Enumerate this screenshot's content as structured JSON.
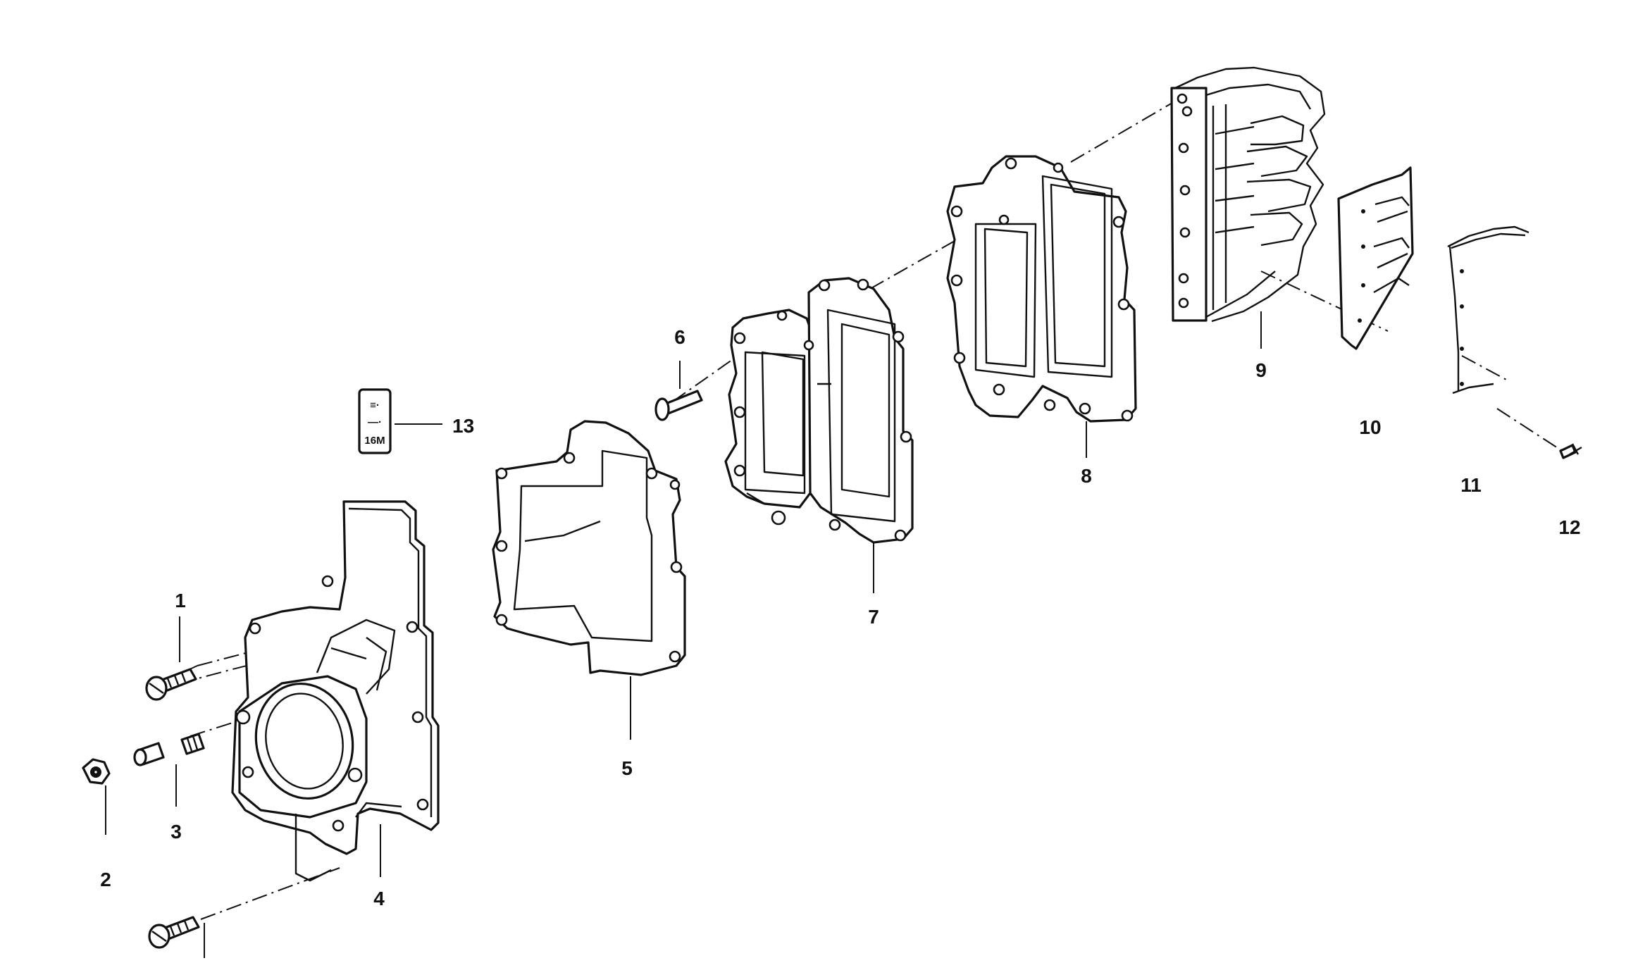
{
  "diagram": {
    "callouts": [
      {
        "id": "c1",
        "text": "1"
      },
      {
        "id": "c2",
        "text": "2"
      },
      {
        "id": "c3",
        "text": "3"
      },
      {
        "id": "c4",
        "text": "4"
      },
      {
        "id": "c5",
        "text": "5"
      },
      {
        "id": "c6",
        "text": "6"
      },
      {
        "id": "c7",
        "text": "7"
      },
      {
        "id": "c8",
        "text": "8"
      },
      {
        "id": "c9",
        "text": "9"
      },
      {
        "id": "c10",
        "text": "10"
      },
      {
        "id": "c11",
        "text": "11"
      },
      {
        "id": "c12",
        "text": "12"
      },
      {
        "id": "c13",
        "text": "13"
      }
    ],
    "decal_lines": [
      "≡·",
      "—·",
      "16M"
    ],
    "colors": {
      "ink": "#111111",
      "paper": "#ffffff"
    }
  }
}
